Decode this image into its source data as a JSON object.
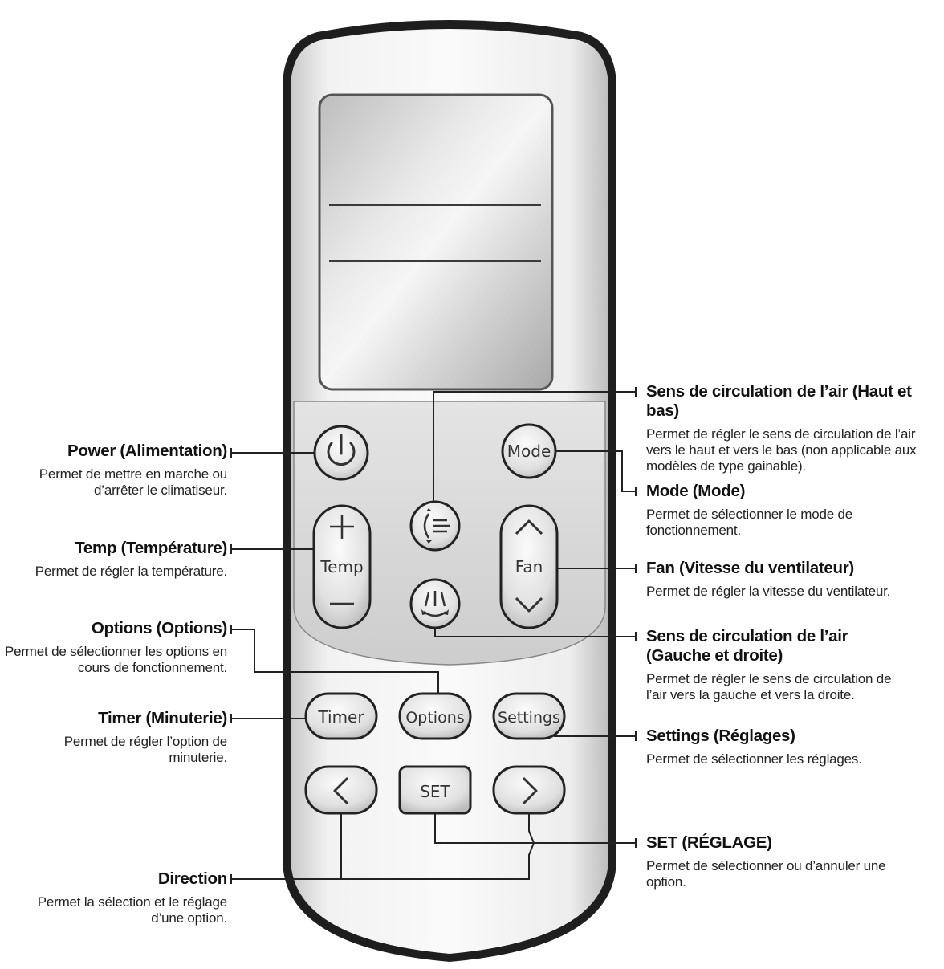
{
  "buttons": {
    "mode": "Mode",
    "temp": "Temp",
    "fan": "Fan",
    "timer": "Timer",
    "options": "Options",
    "settings": "Settings",
    "set": "SET"
  },
  "annotations": {
    "power": {
      "title": "Power (Alimentation)",
      "desc": "Permet de mettre en marche ou d’arrêter le climatiseur."
    },
    "temp": {
      "title": "Temp (Température)",
      "desc": "Permet de régler la température."
    },
    "options": {
      "title": "Options (Options)",
      "desc": "Permet de sélectionner les options en cours de fonctionnement."
    },
    "timer": {
      "title": "Timer (Minuterie)",
      "desc": "Permet de régler l’option de minuterie."
    },
    "direction": {
      "title": "Direction",
      "desc": "Permet la sélection et le réglage d’une option."
    },
    "air_updown": {
      "title": "Sens de circulation de l’air (Haut et bas)",
      "desc": "Permet de régler le sens de circulation de l’air vers le haut et vers le bas (non applicable aux modèles de type gainable)."
    },
    "mode": {
      "title": "Mode (Mode)",
      "desc": "Permet de sélectionner le mode de fonctionnement."
    },
    "fan": {
      "title": "Fan (Vitesse du ventilateur)",
      "desc": "Permet de régler la vitesse du ventilateur."
    },
    "air_leftright": {
      "title": "Sens de circulation de l’air (Gauche et droite)",
      "desc": "Permet de régler le sens de circulation de l’air vers la gauche et vers la droite."
    },
    "settings": {
      "title": "Settings (Réglages)",
      "desc": "Permet de sélectionner les réglages."
    },
    "set": {
      "title": "SET (RÉGLAGE)",
      "desc": "Permet de sélectionner ou d’annuler une option."
    }
  }
}
